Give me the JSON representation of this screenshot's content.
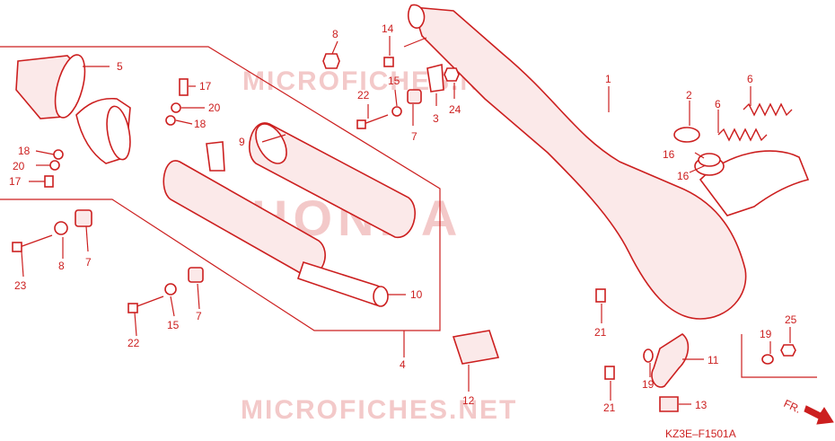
{
  "watermarks": {
    "top": "MICROFICHES.NET",
    "middle": "HONDA",
    "bottom": "MICROFICHES.NET"
  },
  "diagram_code": "KZ3E–F1501A",
  "front_marker": "FR.",
  "callouts": {
    "p1": "1",
    "p2": "2",
    "p3": "3",
    "p4": "4",
    "p5": "5",
    "p6a": "6",
    "p6b": "6",
    "p7a": "7",
    "p7b": "7",
    "p7c": "7",
    "p8a": "8",
    "p8b": "8",
    "p9": "9",
    "p10": "10",
    "p11": "11",
    "p12": "12",
    "p13": "13",
    "p14": "14",
    "p15a": "15",
    "p15b": "15",
    "p16a": "16",
    "p16b": "16",
    "p17a": "17",
    "p17b": "17",
    "p18a": "18",
    "p18b": "18",
    "p19a": "19",
    "p19b": "19",
    "p20a": "20",
    "p20b": "20",
    "p21a": "21",
    "p21b": "21",
    "p22a": "22",
    "p22b": "22",
    "p23": "23",
    "p24": "24",
    "p25": "25"
  },
  "colors": {
    "line": "#cc1f1f",
    "watermark": "#f3c9c9",
    "background": "#ffffff"
  }
}
